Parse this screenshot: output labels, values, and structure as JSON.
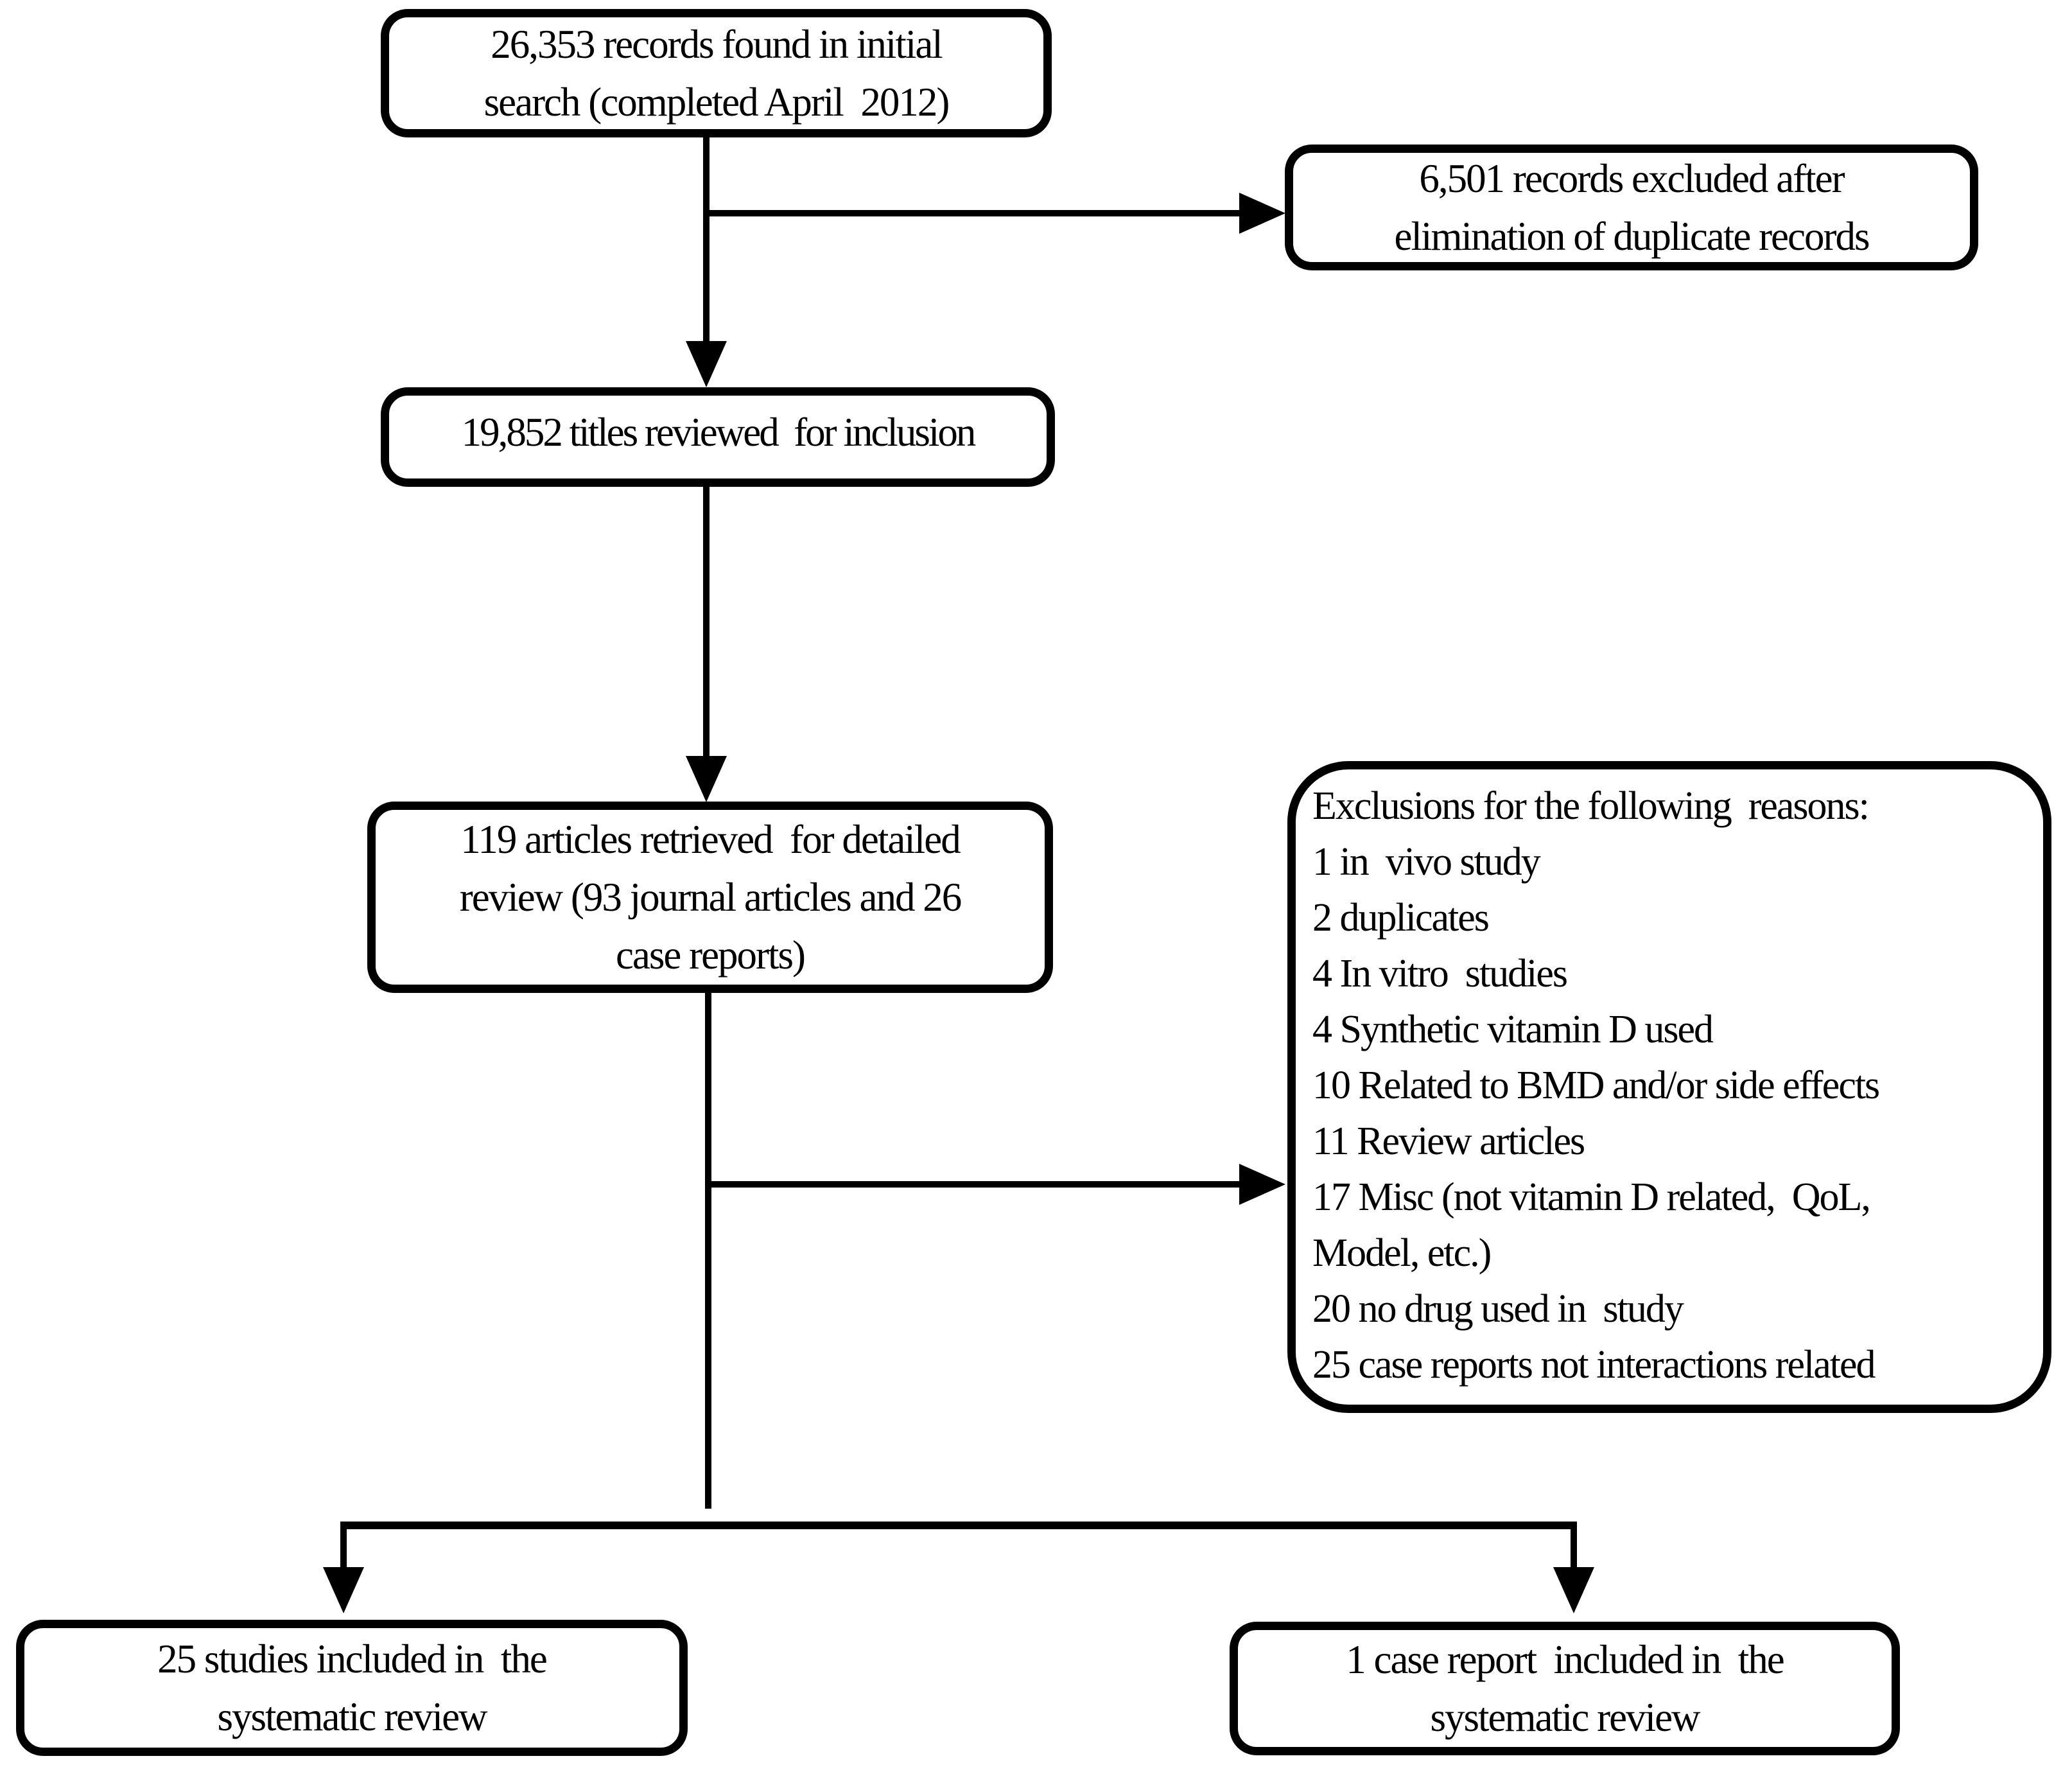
{
  "diagram_type": "systematic-review-flowchart",
  "colors": {
    "line": "#000000",
    "background": "#ffffff",
    "text": "#000000"
  },
  "boxes": {
    "initial_search": {
      "lines": [
        "26,353 records found in initial",
        "search (completed April  2012)"
      ]
    },
    "duplicates_excluded": {
      "lines": [
        "6,501 records excluded after",
        "elimination of duplicate records"
      ]
    },
    "titles_reviewed": {
      "lines": [
        "19,852 titles reviewed  for inclusion"
      ]
    },
    "articles_retrieved": {
      "lines": [
        "119 articles retrieved  for detailed",
        "review (93 journal articles and 26",
        "case reports)"
      ]
    },
    "exclusions": {
      "heading": "Exclusions for the following  reasons:",
      "reasons": [
        "1 in  vivo study",
        "2 duplicates",
        "4 In vitro  studies",
        "4 Synthetic vitamin D used",
        "10 Related to BMD and/or side effects",
        "11 Review articles",
        "17 Misc (not vitamin D related,  QoL,\nModel, etc.)",
        "20 no drug used in  study",
        "25 case reports not interactions related"
      ]
    },
    "studies_included": {
      "lines": [
        "25 studies included in  the",
        "systematic review"
      ]
    },
    "case_report_included": {
      "lines": [
        "1 case report  included in  the",
        "systematic review"
      ]
    }
  }
}
